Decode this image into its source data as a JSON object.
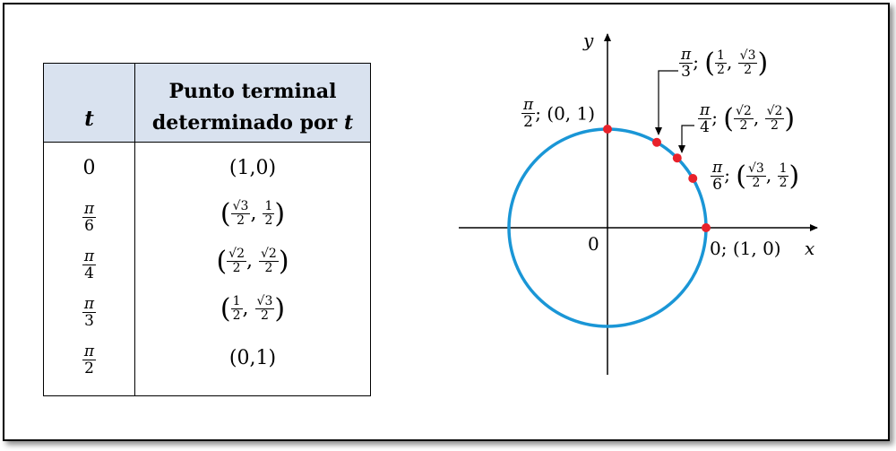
{
  "table": {
    "header_t": "t",
    "header_point_line1": "Punto terminal",
    "header_point_line2": "determinado por",
    "header_point_var": "t",
    "rows": [
      {
        "t": "0",
        "point": "(1,0)"
      },
      {
        "t_num": "π",
        "t_den": "6",
        "point": {
          "x_num": "√3",
          "x_den": "2",
          "y_num": "1",
          "y_den": "2"
        }
      },
      {
        "t_num": "π",
        "t_den": "4",
        "point": {
          "x_num": "√2",
          "x_den": "2",
          "y_num": "√2",
          "y_den": "2"
        }
      },
      {
        "t_num": "π",
        "t_den": "3",
        "point": {
          "x_num": "1",
          "x_den": "2",
          "y_num": "√3",
          "y_den": "2"
        }
      },
      {
        "t_num": "π",
        "t_den": "2",
        "point": "(0,1)"
      }
    ]
  },
  "diagram": {
    "x_axis_label": "x",
    "y_axis_label": "y",
    "origin_label": "0",
    "circle_color": "#1a96d6",
    "point_color": "#e8222b",
    "points": [
      {
        "t": 0,
        "label_text": "0; (1, 0)"
      },
      {
        "t": 0.5236,
        "label_num": "π",
        "label_den": "6",
        "x_num": "√3",
        "x_den": "2",
        "y_num": "1",
        "y_den": "2"
      },
      {
        "t": 0.7854,
        "label_num": "π",
        "label_den": "4",
        "x_num": "√2",
        "x_den": "2",
        "y_num": "√2",
        "y_den": "2"
      },
      {
        "t": 1.0472,
        "label_num": "π",
        "label_den": "3",
        "x_num": "1",
        "x_den": "2",
        "y_num": "√3",
        "y_den": "2"
      },
      {
        "t": 1.5708,
        "label_num": "π",
        "label_den": "2",
        "label_tail": "; (0, 1)"
      }
    ]
  }
}
